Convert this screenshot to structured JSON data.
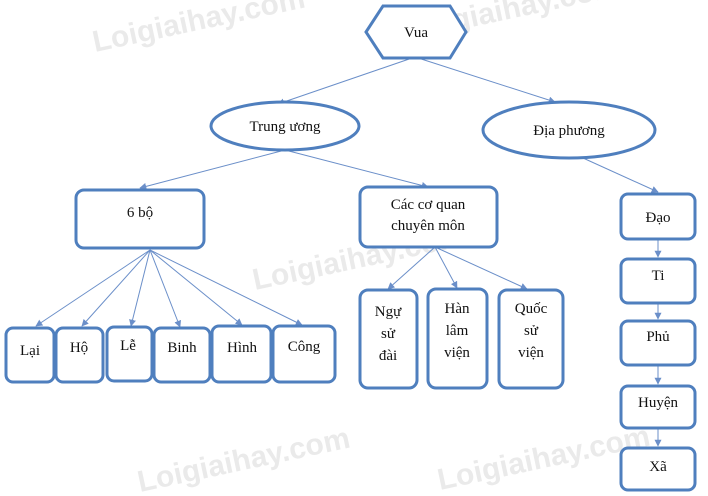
{
  "watermark": "Loigiaihay.com",
  "colors": {
    "node_border": "#4f7fbe",
    "connector": "#6b8fc9",
    "text": "#111111",
    "background": "#ffffff",
    "watermark": "#d9d9d9"
  },
  "nodes": {
    "vua": "Vua",
    "trung_uong": "Trung ương",
    "dia_phuong": "Địa phương",
    "sau_bo": "6 bộ",
    "co_quan": [
      "Các cơ quan",
      "chuyên môn"
    ],
    "lai": "Lại",
    "ho": "Hộ",
    "le": "Lễ",
    "binh": "Binh",
    "hinh": "Hình",
    "cong": "Công",
    "ngu_su_dai": [
      "Ngự",
      "sử",
      "đài"
    ],
    "han_lam_vien": [
      "Hàn",
      "lâm",
      "viện"
    ],
    "quoc_su_vien": [
      "Quốc",
      "sử",
      "viện"
    ],
    "dao": "Đạo",
    "ti": "Ti",
    "phu": "Phủ",
    "huyen": "Huyện",
    "xa": "Xã"
  }
}
